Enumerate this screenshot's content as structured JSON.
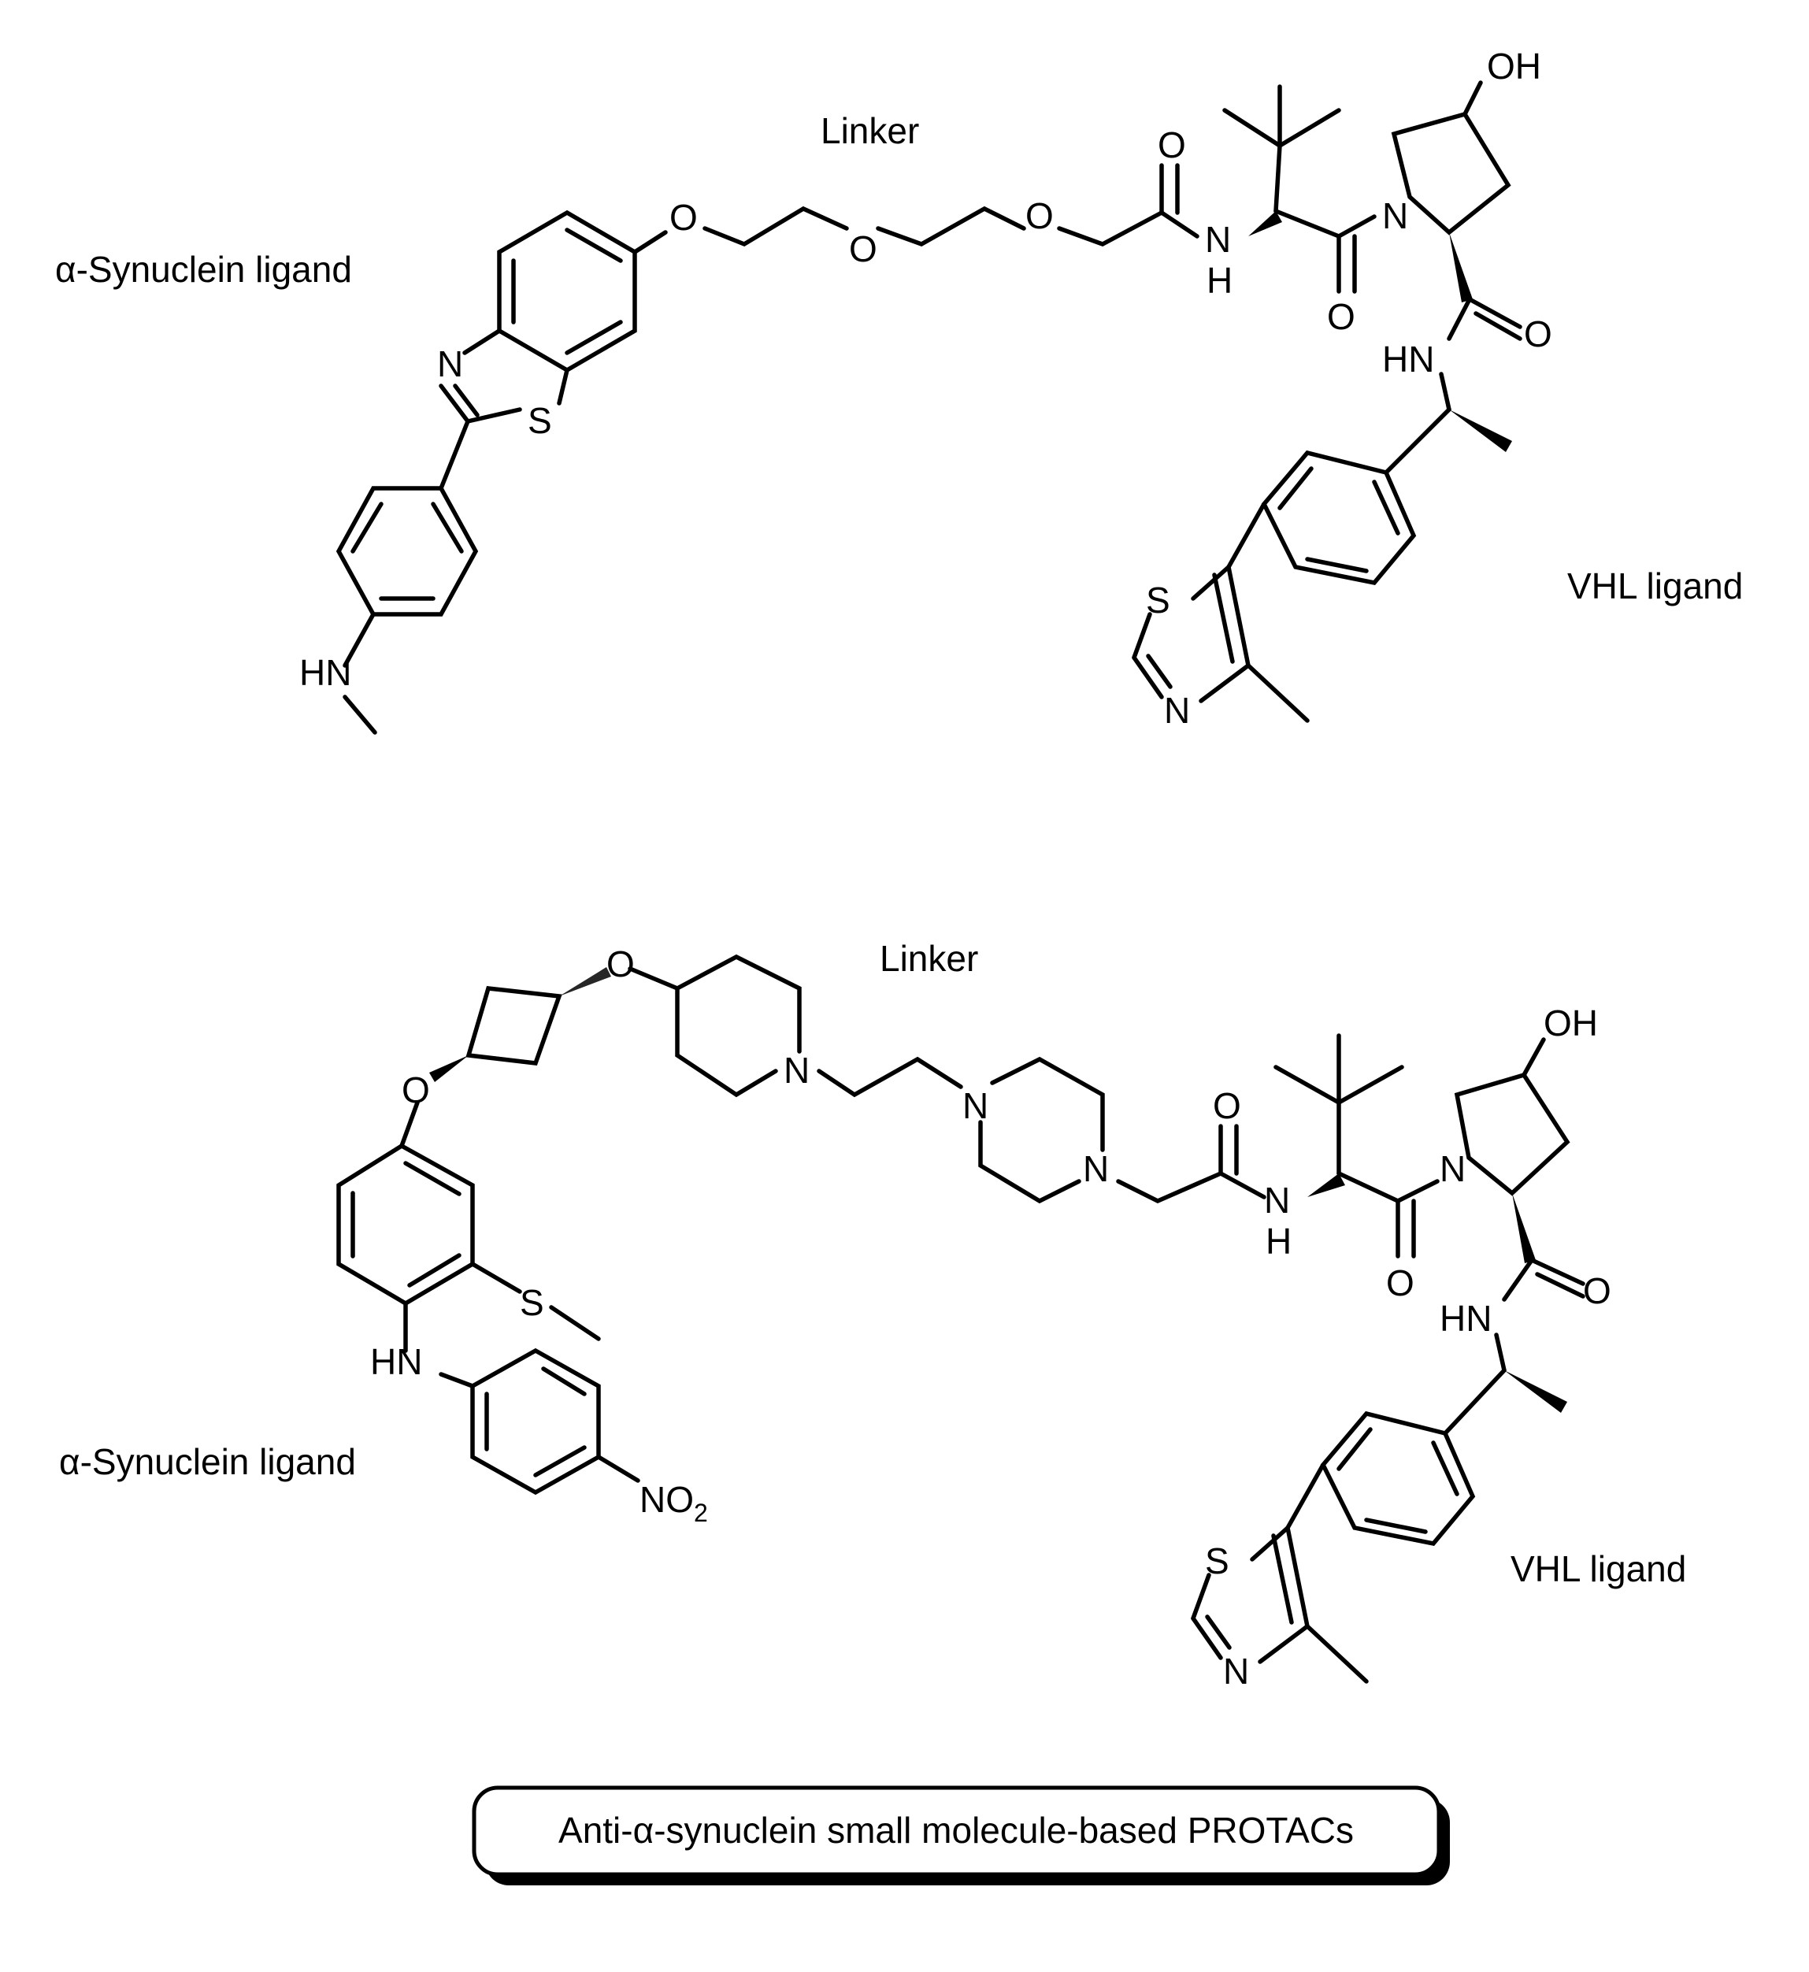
{
  "molecule1": {
    "label_ligand": "α-Synuclein ligand",
    "label_linker": "Linker",
    "label_vhl": "VHL ligand",
    "atoms": {
      "O1": "O",
      "O2": "O",
      "O3": "O",
      "O_amide1": "O",
      "N_amide": "N",
      "H_amide": "H",
      "O_keto": "O",
      "N_pyr": "N",
      "OH": "OH",
      "O_amide2": "O",
      "HN_bottom": "HN",
      "S_btz": "S",
      "N_btz": "N",
      "HN_left": "HN",
      "S_thz": "S",
      "N_thz": "N"
    }
  },
  "molecule2": {
    "label_ligand": "α-Synuclein ligand",
    "label_linker": "Linker",
    "label_vhl": "VHL ligand",
    "atoms": {
      "O_cb_top": "O",
      "O_cb_left": "O",
      "N_pip": "N",
      "N_pz1": "N",
      "N_pz2": "N",
      "O_amide1": "O",
      "N_amide": "N",
      "H_amide": "H",
      "O_keto": "O",
      "N_pyr": "N",
      "OH": "OH",
      "O_amide2": "O",
      "HN_bottom": "HN",
      "S_ptz": "S",
      "HN_ptz": "HN",
      "NO": "NO",
      "NO_sub": "2",
      "S_thz": "S",
      "N_thz": "N"
    }
  },
  "caption": "Anti-α-synuclein small molecule-based PROTACs"
}
